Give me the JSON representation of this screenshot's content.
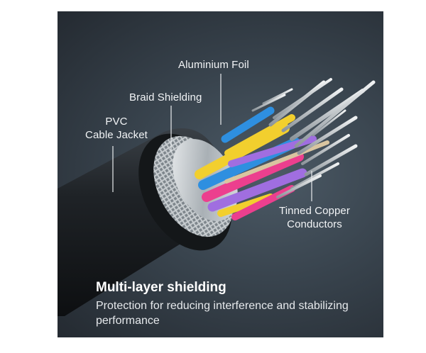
{
  "labels": {
    "aluminium_foil": "Aluminium Foil",
    "braid_shielding": "Braid Shielding",
    "pvc_jacket": "PVC\nCable Jacket",
    "copper_conductors": "Tinned Copper\nConductors"
  },
  "heading": "Multi-layer shielding",
  "description": "Protection for reducing interference and stabilizing performance",
  "colors": {
    "background": "#39444e",
    "jacket": "#1c1f22",
    "text": "#f2f4f6",
    "wire_yellow": "#f2cf2e",
    "wire_blue": "#2e8fe0",
    "wire_pink": "#ec3f8e",
    "wire_purple": "#a06ee0"
  }
}
